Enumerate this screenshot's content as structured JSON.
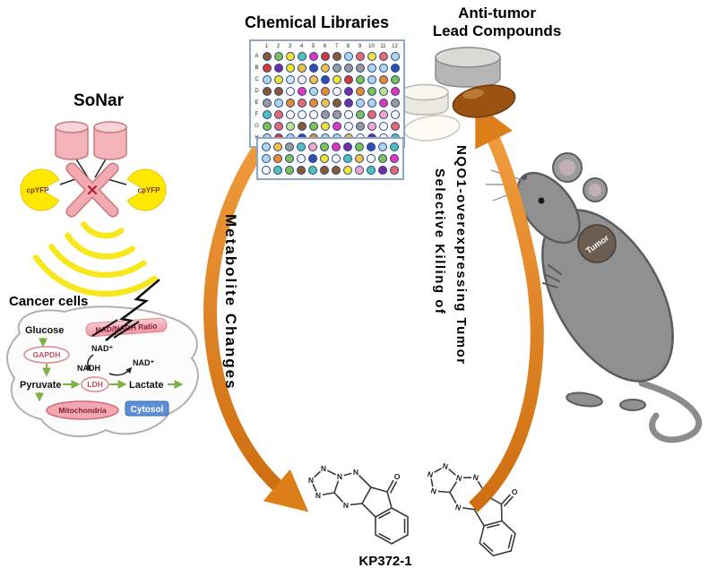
{
  "titles": {
    "chemical_libraries": "Chemical Libraries",
    "anti_tumor_line1": "Anti-tumor",
    "anti_tumor_line2": "Lead Compounds",
    "compound_name": "KP372-1"
  },
  "cycle": {
    "left_arrow_label": "Metabolite Changes",
    "right_arrow_label_line1": "Selective Killing of",
    "right_arrow_label_line2": "NQO1-overexpressing Tumor"
  },
  "sonar": {
    "label": "SoNar",
    "cpyfp": "cpYFP"
  },
  "cancer_cell": {
    "label": "Cancer cells",
    "glucose": "Glucose",
    "gapdh": "GAPDH",
    "nad_nadh_banner": "NAD/NADH Ratio",
    "nad_plus": "NAD⁺",
    "nadh": "NADH",
    "pyruvate": "Pyruvate",
    "ldh": "LDH",
    "lactate": "Lactate",
    "mitochondria": "Mitochondria",
    "cytosol": "Cytosol"
  },
  "mouse": {
    "tumor_label": "Tumor"
  },
  "molecule": {
    "atom_n": "N",
    "atom_o": "O"
  },
  "plate": {
    "column_labels": [
      "1",
      "2",
      "3",
      "4",
      "5",
      "6",
      "7",
      "8",
      "9",
      "10",
      "11",
      "12"
    ],
    "row_labels": [
      "A",
      "B",
      "C",
      "D",
      "E",
      "F",
      "G",
      "H"
    ],
    "secondary_rows": 3,
    "well_seed": 9,
    "well_palette": [
      "#aed6ea",
      "#aed6ea",
      "#cfe6f2",
      "#f2e530",
      "#e98a2b",
      "#d63b2f",
      "#7cc24e",
      "#f1a7c6",
      "#e138b8",
      "#2f4fae",
      "#999999",
      "#f7f7f7",
      "#8a5a2a",
      "#4fc3b8",
      "#c3e08e",
      "#f0c23e",
      "#7030a0",
      "#e86a6a",
      "#aed6ea",
      "#ffffff"
    ]
  },
  "colors": {
    "arrow_orange_light": "#F09C3E",
    "arrow_orange_dark": "#CE6E10",
    "sonar_yellow": "#F8E71C",
    "sensor_pink": "#F3B3B8",
    "cytosol_blue": "#5B8ED6"
  }
}
